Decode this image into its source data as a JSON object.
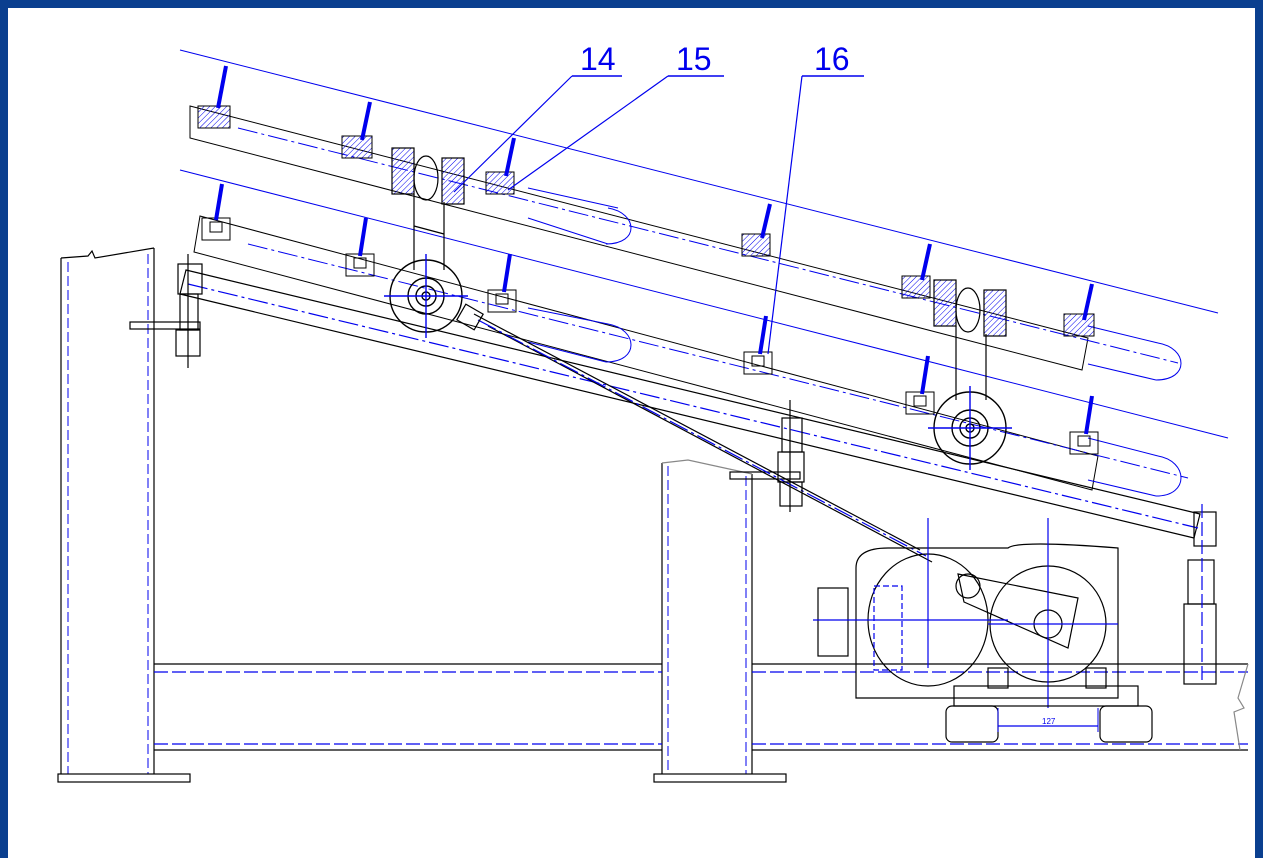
{
  "drawing": {
    "callouts": [
      "14",
      "15",
      "16"
    ],
    "dimension": "127",
    "colors": {
      "frame": "#0a3f8f",
      "background": "#ffffff",
      "outline": "#000000",
      "annotation": "#0000ee"
    }
  }
}
